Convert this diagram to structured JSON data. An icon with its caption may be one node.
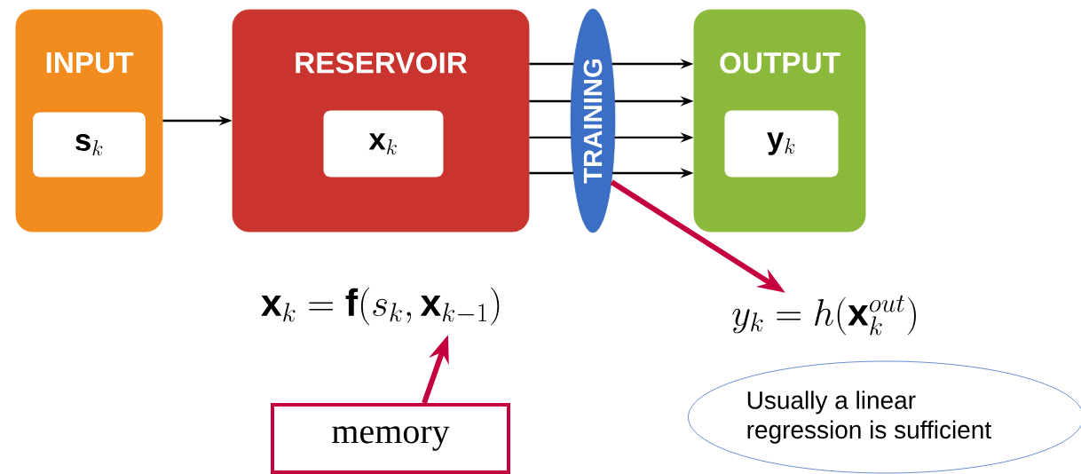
{
  "diagram": {
    "nodes": [
      {
        "text": [
          "INPUT"
        ]
      },
      {
        "text": [
          "\\mathbf{s}_k"
        ],
        "in": 0
      },
      {
        "text": [
          "RESERVOIR"
        ]
      },
      {
        "text": [
          "\\mathbf{x}_k"
        ],
        "in": 2
      },
      {
        "text": [
          "TRAINING"
        ]
      },
      {
        "text": [
          "OUTPUT"
        ]
      },
      {
        "text": [
          "\\mathbf{y}_k"
        ],
        "in": 5
      },
      {
        "text": [
          "\\mathbf{x}_k = \\mathbf{f}(s_k, \\mathbf{x}_{k-1})"
        ]
      },
      {
        "text": [
          "memory"
        ]
      },
      {
        "text": [
          "y_k = h(\\mathbf{x}_k^{out})"
        ]
      },
      {
        "text": [
          "Usually a linear regression is sufficient"
        ]
      }
    ],
    "edges": [
      {
        "from": 0,
        "to": 2,
        "arrow": "to"
      },
      {
        "from": 2,
        "to": 4,
        "arrow": "none"
      },
      {
        "from": 2,
        "to": 4,
        "arrow": "none"
      },
      {
        "from": 2,
        "to": 4,
        "arrow": "none"
      },
      {
        "from": 2,
        "to": 4,
        "arrow": "none"
      },
      {
        "from": 4,
        "to": 5,
        "arrow": "to"
      },
      {
        "from": 4,
        "to": 5,
        "arrow": "to"
      },
      {
        "from": 4,
        "to": 5,
        "arrow": "to"
      },
      {
        "from": 4,
        "to": 5,
        "arrow": "to"
      },
      {
        "from": 4,
        "to": 9,
        "arrow": "to",
        "style": "thick",
        "color": "#c4003f"
      },
      {
        "from": 8,
        "to": 7,
        "arrow": "to",
        "style": "thick",
        "color": "#c4003f"
      }
    ]
  }
}
